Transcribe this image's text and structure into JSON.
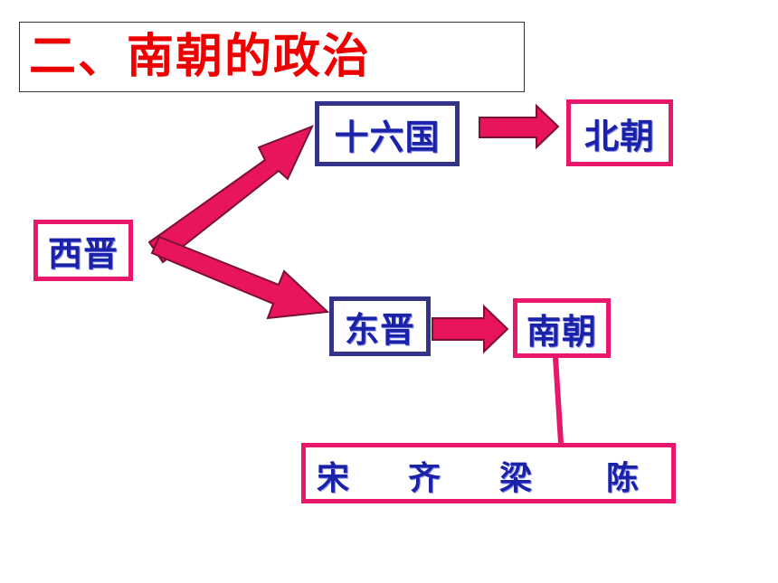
{
  "title": "二、南朝的政治",
  "nodes": {
    "xijin": "西晋",
    "shiliuguo": "十六国",
    "beichao": "北朝",
    "dongjin": "东晋",
    "nanchao": "南朝"
  },
  "dynasties": [
    "宋",
    "齐",
    "梁",
    "陈"
  ],
  "colors": {
    "title": "#ee0000",
    "text": "#1a22a8",
    "border_blue": "#33338a",
    "border_pink": "#e8176b",
    "arrow_fill": "#e8145e",
    "arrow_stroke": "#7a1036"
  }
}
